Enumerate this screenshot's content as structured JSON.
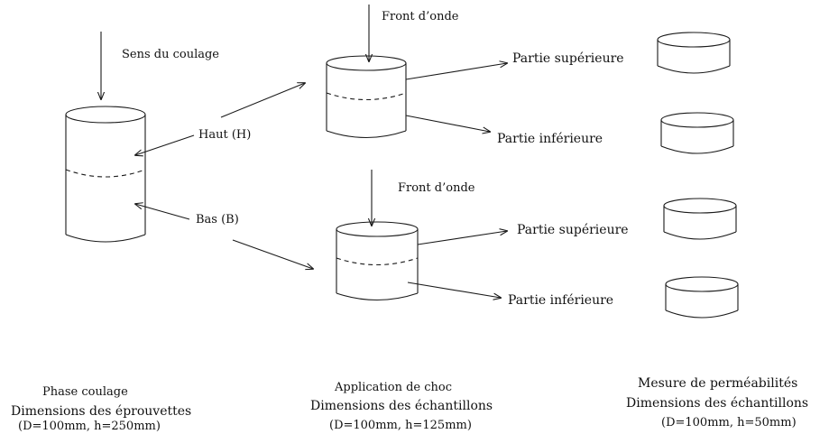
{
  "labels": {
    "sens_coulage": "Sens du coulage",
    "haut": "Haut (H)",
    "bas": "Bas (B)",
    "front_onde_1": "Front d’onde",
    "front_onde_2": "Front d’onde",
    "partie_sup_1": "Partie supérieure",
    "partie_inf_1": "Partie inférieure",
    "partie_sup_2": "Partie supérieure",
    "partie_inf_2": "Partie inférieure"
  },
  "captions": {
    "phase": {
      "title": "Phase coulage",
      "dims": "Dimensions des éprouvettes",
      "values": "(D=100mm, h=250mm)"
    },
    "choc": {
      "title": "Application de choc",
      "dims": "Dimensions des échantillons",
      "values": "(D=100mm, h=125mm)"
    },
    "perm": {
      "title": "Mesure de perméabilités",
      "dims": "Dimensions des échantillons",
      "values": "(D=100mm, h=50mm)"
    }
  }
}
